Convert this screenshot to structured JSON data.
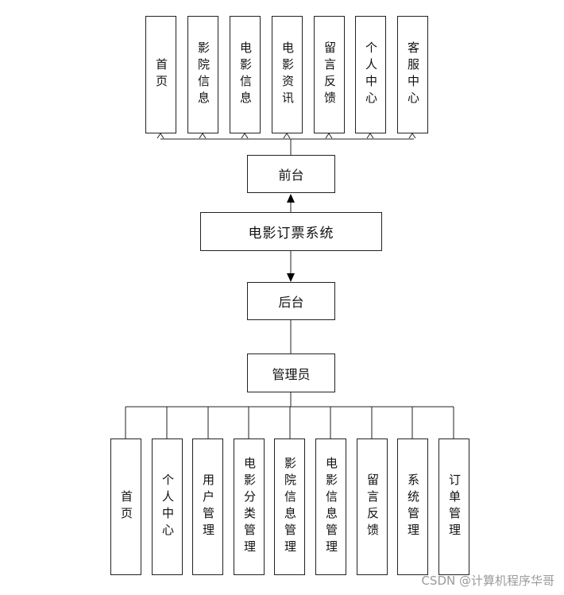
{
  "top_modules": [
    "首页",
    "影院信息",
    "电影信息",
    "电影资讯",
    "留言反馈",
    "个人中心",
    "客服中心"
  ],
  "frontend": "前台",
  "system": "电影订票系统",
  "backend": "后台",
  "admin": "管理员",
  "bottom_modules": [
    "首页",
    "个人中心",
    "用户管理",
    "电影分类管理",
    "影院信息管理",
    "电影信息管理",
    "留言反馈",
    "系统管理",
    "订单管理"
  ],
  "watermark": "CSDN @计算机程序华哥"
}
